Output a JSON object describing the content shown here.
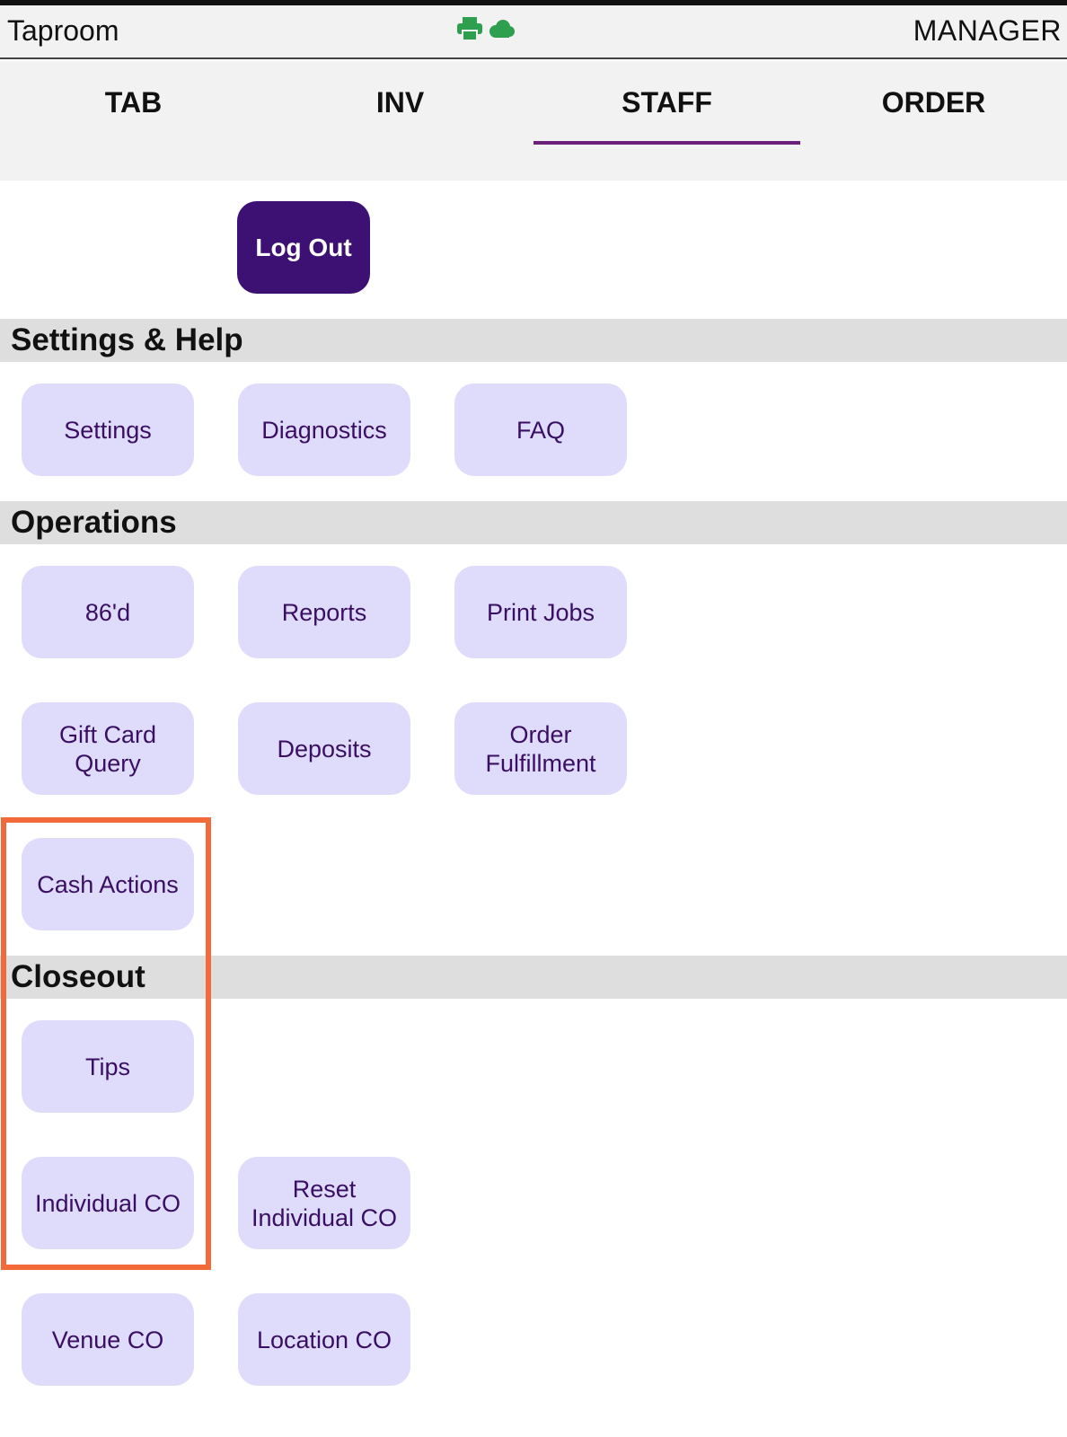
{
  "status_bar": {
    "venue": "Taproom",
    "role": "MANAGER",
    "icons": [
      "printer-icon",
      "cloud-icon"
    ],
    "icon_color": "#2e9e4f"
  },
  "tabs": [
    {
      "label": "TAB",
      "active": false
    },
    {
      "label": "INV",
      "active": false
    },
    {
      "label": "STAFF",
      "active": true
    },
    {
      "label": "ORDER",
      "active": false
    }
  ],
  "logout_label": "Log Out",
  "sections": {
    "settings": {
      "title": "Settings & Help",
      "buttons": [
        "Settings",
        "Diagnostics",
        "FAQ"
      ]
    },
    "operations": {
      "title": "Operations",
      "buttons": [
        "86'd",
        "Reports",
        "Print Jobs",
        "Gift Card Query",
        "Deposits",
        "Order Fulfillment",
        "Cash Actions"
      ]
    },
    "closeout": {
      "title": "Closeout",
      "buttons": [
        "Tips",
        "Individual CO",
        "Reset Individual CO",
        "Venue CO",
        "Location CO"
      ]
    }
  },
  "colors": {
    "accent": "#3d1174",
    "button_bg": "#dfdbfb",
    "button_text": "#3a0f63",
    "tab_underline": "#6b1f7a",
    "highlight": "#f26a3a"
  }
}
